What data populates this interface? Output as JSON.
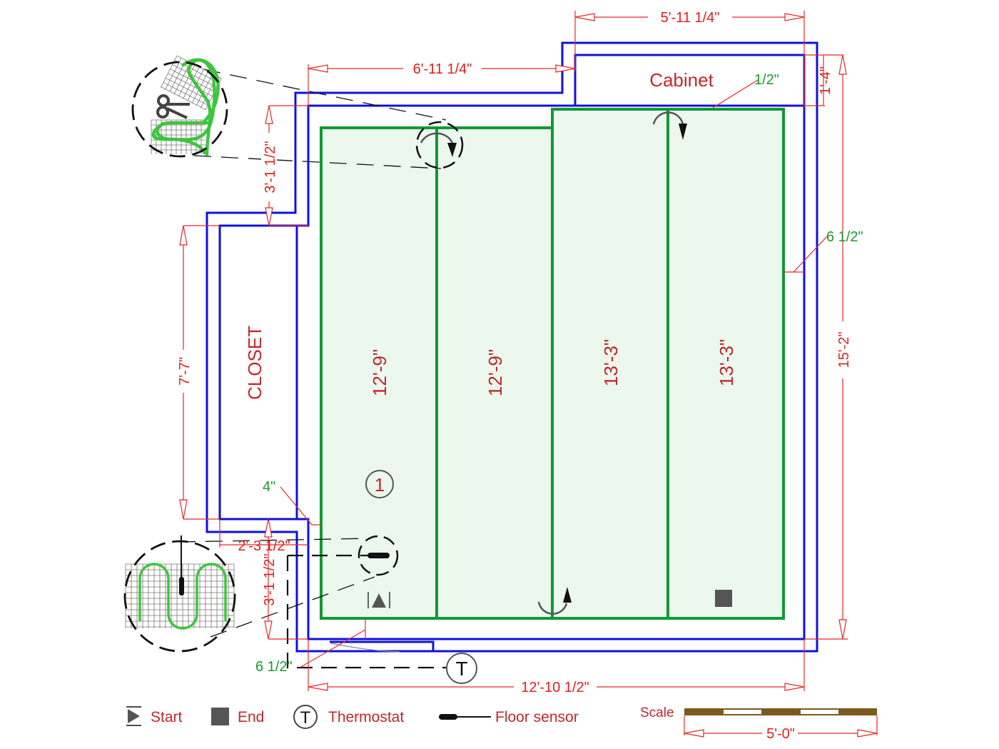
{
  "title": "Floor heating mat layout",
  "rooms": {
    "cabinet_label": "Cabinet",
    "closet_label": "CLOSET"
  },
  "mat_strips": [
    {
      "label": "12'-9\""
    },
    {
      "label": "12'-9\""
    },
    {
      "label": "13'-3\""
    },
    {
      "label": "13'-3\""
    }
  ],
  "zone_number": "1",
  "dimensions": {
    "top_right_width": "5'-11 1/4\"",
    "top_left_width": "6'-11 1/4\"",
    "cabinet_depth": "1'-4\"",
    "overall_height": "15'-2\"",
    "upper_left_offset": "3'-1 1/2\"",
    "closet_height": "7'-7\"",
    "closet_width": "2'-3 1/2\"",
    "lower_left_offset": "3'-1 1/2\"",
    "overall_width": "12'-10 1/2\""
  },
  "clearances": {
    "cabinet_gap": "1/2\"",
    "right_gap": "6 1/2\"",
    "closet_gap": "4\"",
    "bottom_gap": "6 1/2\""
  },
  "thermostat_symbol": "T",
  "legend": {
    "start": "Start",
    "end": "End",
    "thermostat": "Thermostat",
    "thermostat_glyph": "T",
    "floor_sensor": "Floor sensor"
  },
  "scale": {
    "label": "Scale",
    "length": "5'-0\""
  },
  "colors": {
    "wall": "#1010e0",
    "mat_border": "#119933",
    "mat_fill": "#ecf7ee",
    "dimension": "#e02020",
    "label": "#c0282c",
    "clearance": "#1a9a2a",
    "scale_bar": "#7a5a1e",
    "marker": "#555555"
  }
}
